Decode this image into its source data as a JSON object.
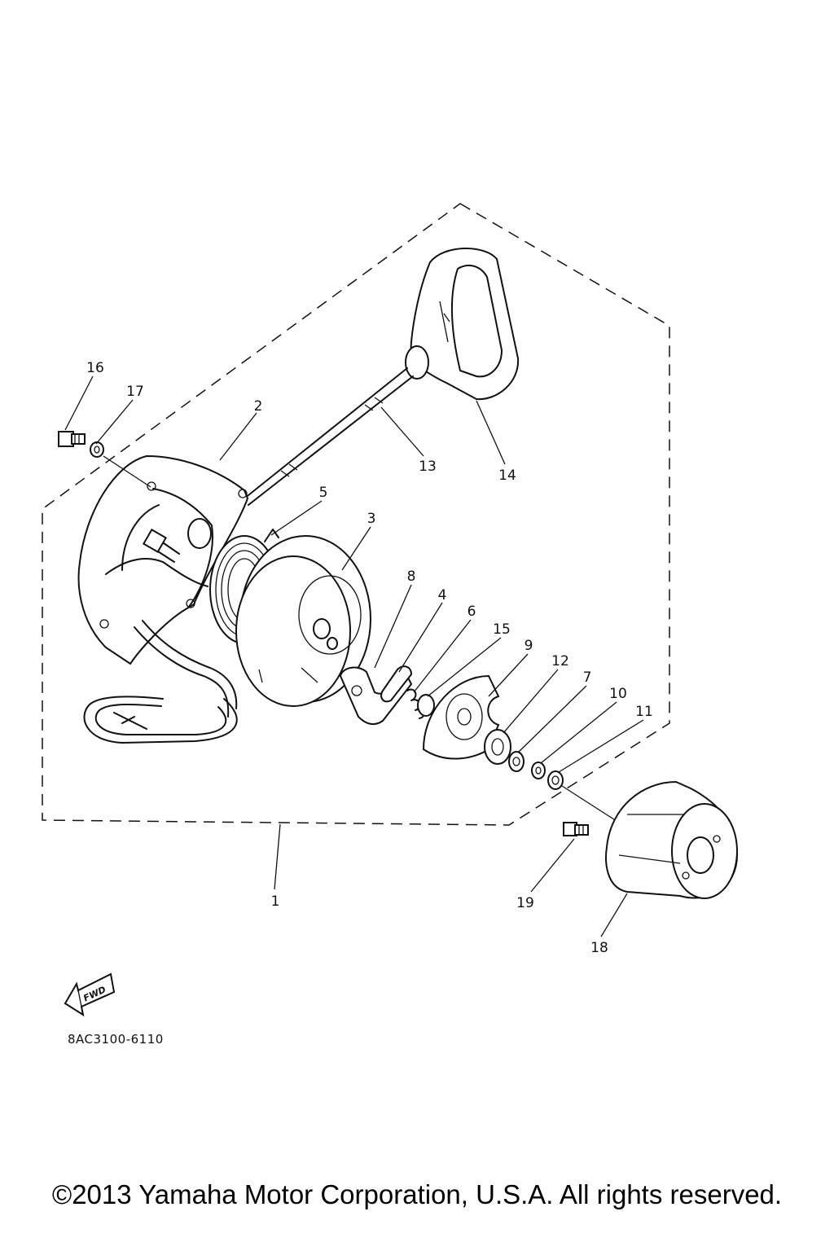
{
  "callouts": [
    {
      "id": "1",
      "text": "1"
    },
    {
      "id": "2",
      "text": "2"
    },
    {
      "id": "3",
      "text": "3"
    },
    {
      "id": "4",
      "text": "4"
    },
    {
      "id": "5",
      "text": "5"
    },
    {
      "id": "6",
      "text": "6"
    },
    {
      "id": "7",
      "text": "7"
    },
    {
      "id": "8",
      "text": "8"
    },
    {
      "id": "9",
      "text": "9"
    },
    {
      "id": "10",
      "text": "10"
    },
    {
      "id": "11",
      "text": "11"
    },
    {
      "id": "12",
      "text": "12"
    },
    {
      "id": "13",
      "text": "13"
    },
    {
      "id": "14",
      "text": "14"
    },
    {
      "id": "15",
      "text": "15"
    },
    {
      "id": "16",
      "text": "16"
    },
    {
      "id": "17",
      "text": "17"
    },
    {
      "id": "18",
      "text": "18"
    },
    {
      "id": "19",
      "text": "19"
    }
  ],
  "fwd_label": "FWD",
  "doc_code": "8AC3100-6110",
  "copyright": "©2013 Yamaha Motor Corporation, U.S.A. All rights reserved."
}
